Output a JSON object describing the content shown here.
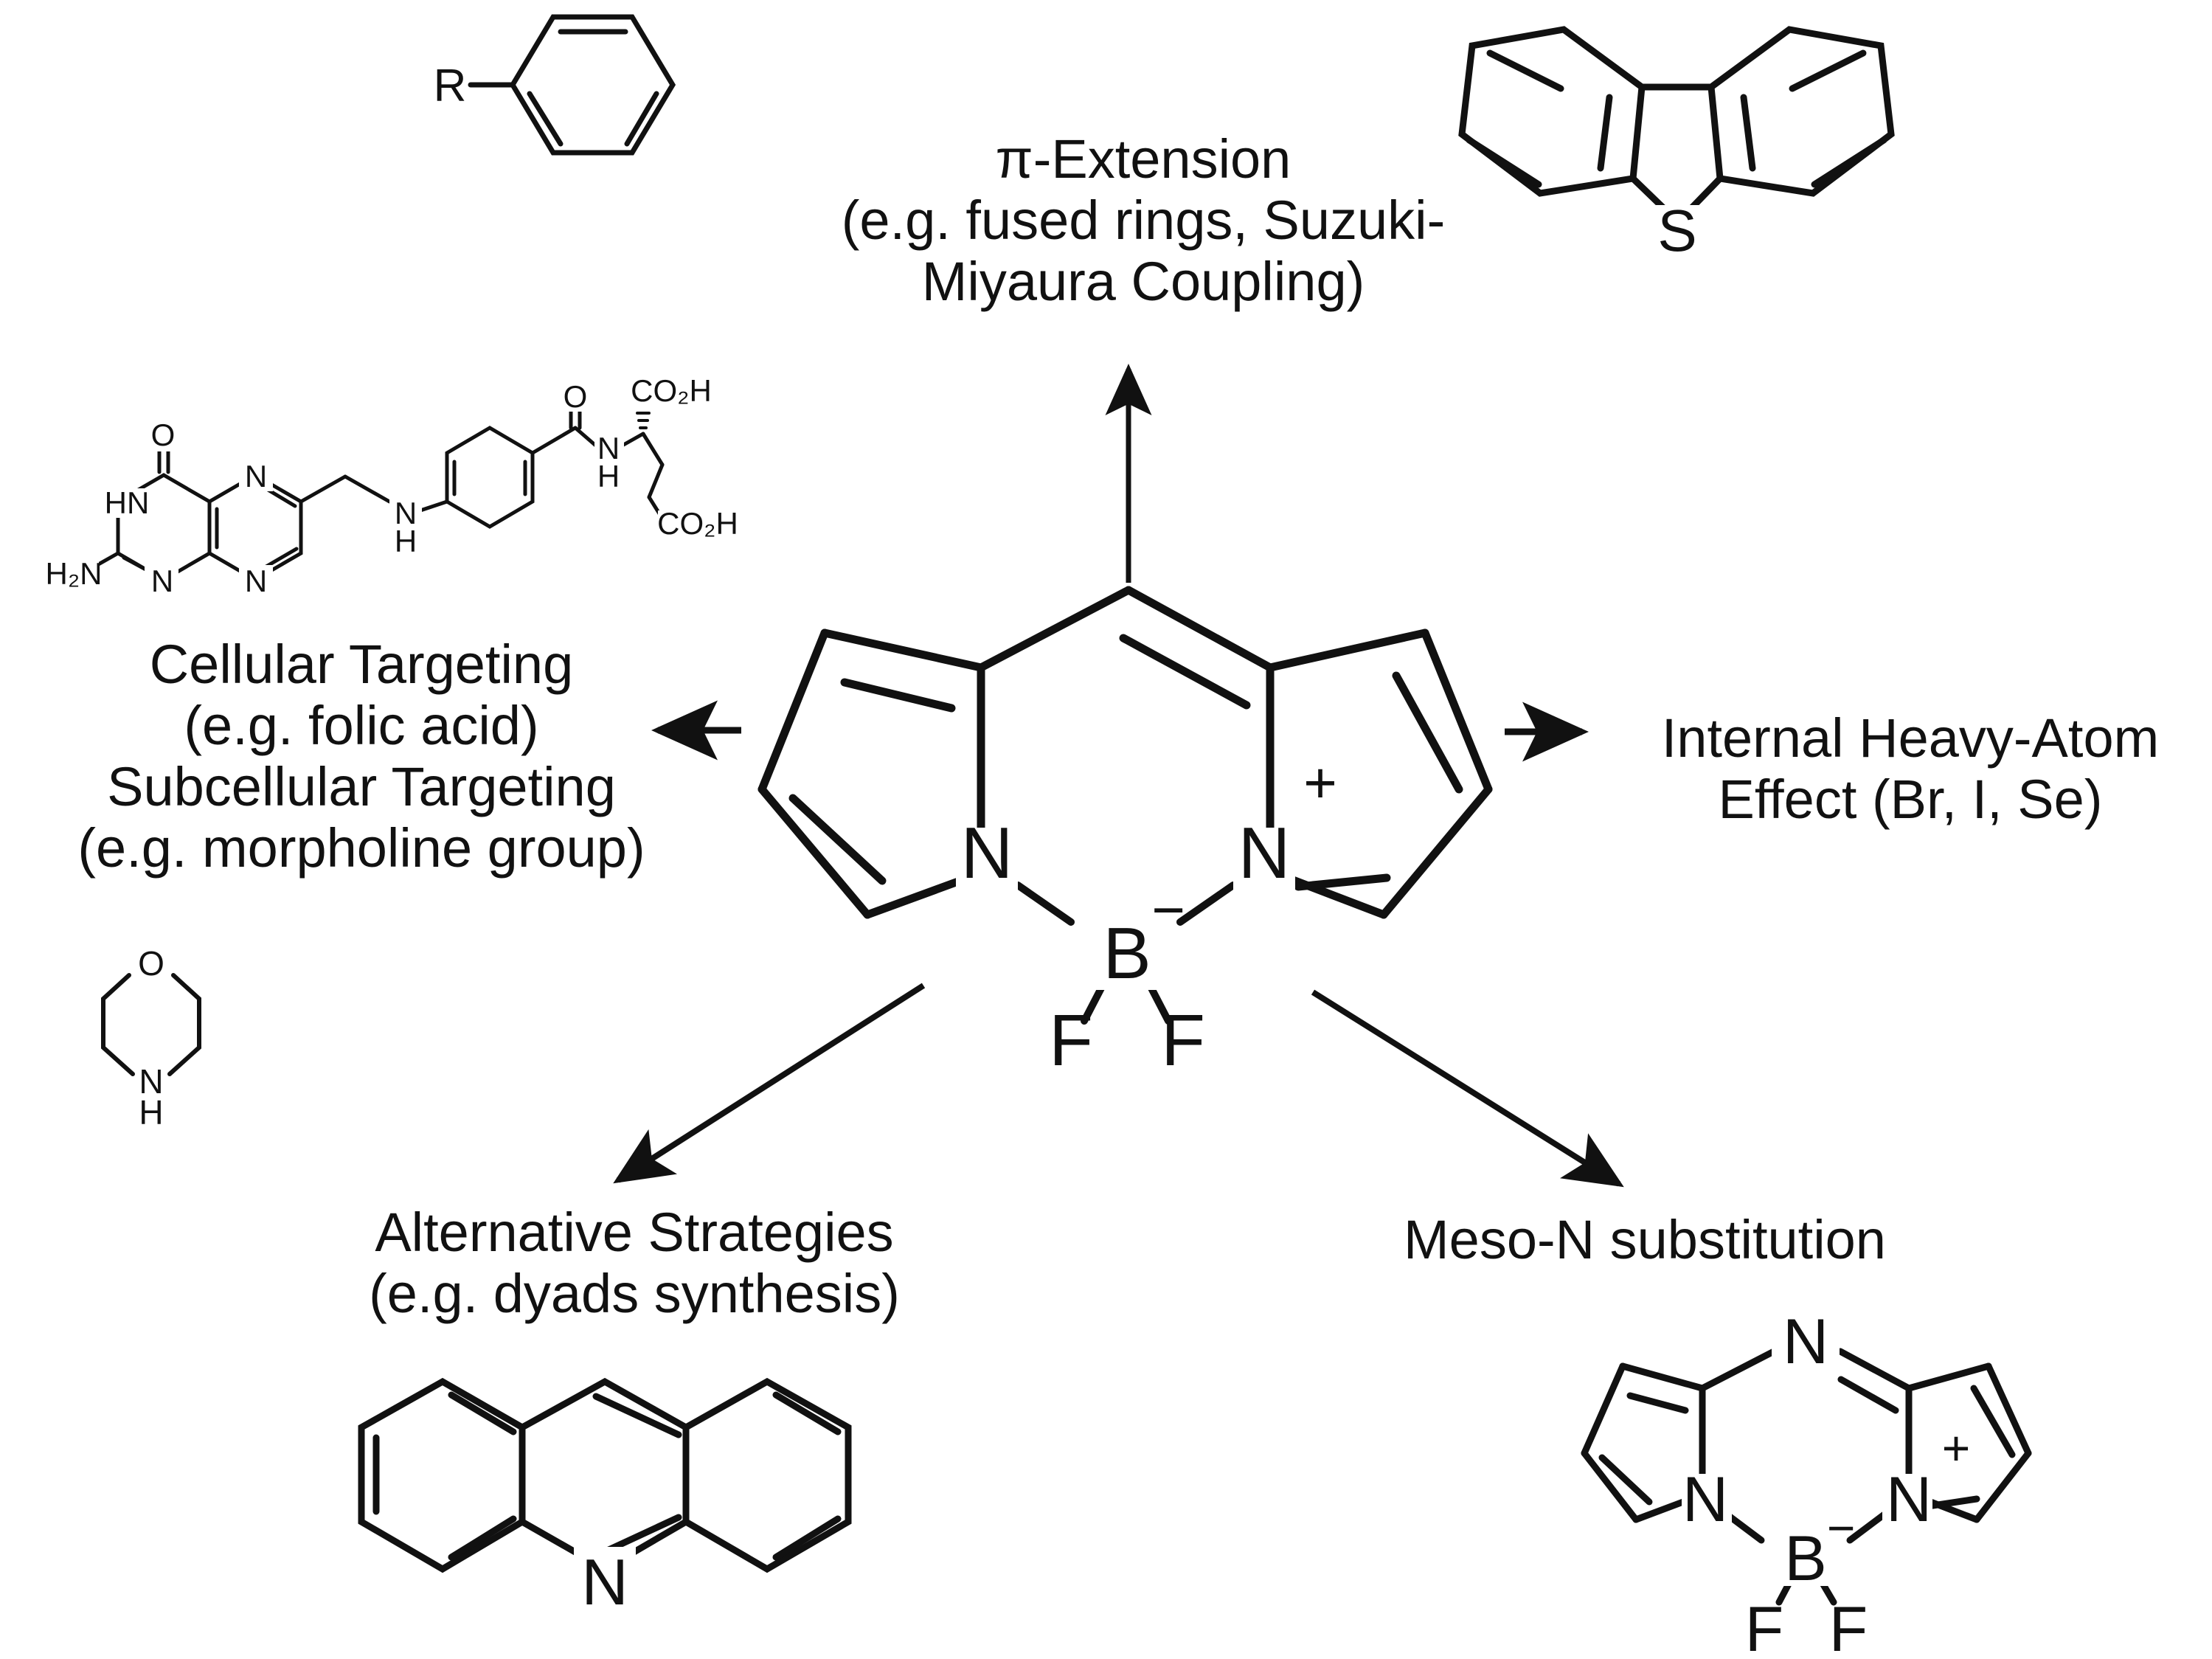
{
  "diagram": {
    "title": "BODIPY modification strategies",
    "background": "#ffffff",
    "stroke_color": "#111111",
    "center": {
      "name": "BODIPY core",
      "atom_labels": [
        "N",
        "N",
        "B",
        "F",
        "F"
      ],
      "charges": [
        "+",
        "−"
      ]
    },
    "branches": [
      {
        "id": "pi-extension",
        "direction": "up",
        "label": "π-Extension\n(e.g. fused rings, Suzuki-\nMiyaura Coupling)",
        "structures": [
          "R-phenyl",
          "dibenzothiophene"
        ],
        "structure_atom_labels": [
          "R",
          "S"
        ]
      },
      {
        "id": "targeting",
        "direction": "left",
        "label": "Cellular Targeting\n(e.g. folic acid)\nSubcellular Targeting\n(e.g. morpholine group)",
        "structures": [
          "folic acid",
          "morpholine"
        ],
        "structure_atom_labels": [
          "HN",
          "O",
          "H₂N",
          "N",
          "N",
          "NH",
          "O",
          "CO₂H",
          "CO₂H",
          "N",
          "H"
        ]
      },
      {
        "id": "heavy-atom",
        "direction": "right",
        "label": "Internal Heavy-Atom\nEffect (Br, I, Se)",
        "structures": [],
        "structure_atom_labels": []
      },
      {
        "id": "alternative-strategies",
        "direction": "down-left",
        "label": "Alternative Strategies\n(e.g. dyads synthesis)",
        "structures": [
          "acridine"
        ],
        "structure_atom_labels": [
          "N"
        ]
      },
      {
        "id": "meso-n",
        "direction": "down-right",
        "label": "Meso-N substitution",
        "structures": [
          "aza-BODIPY"
        ],
        "structure_atom_labels": [
          "N",
          "N",
          "N",
          "B",
          "F",
          "F"
        ],
        "charges": [
          "+",
          "−"
        ]
      }
    ],
    "atoms": {
      "N": "N",
      "B": "B",
      "F": "F",
      "S": "S",
      "O": "O",
      "R": "R",
      "H": "H",
      "HN": "HN",
      "NH": "NH",
      "H2N": "H₂N",
      "CO2H": "CO₂H",
      "plus": "+",
      "minus": "−"
    }
  }
}
